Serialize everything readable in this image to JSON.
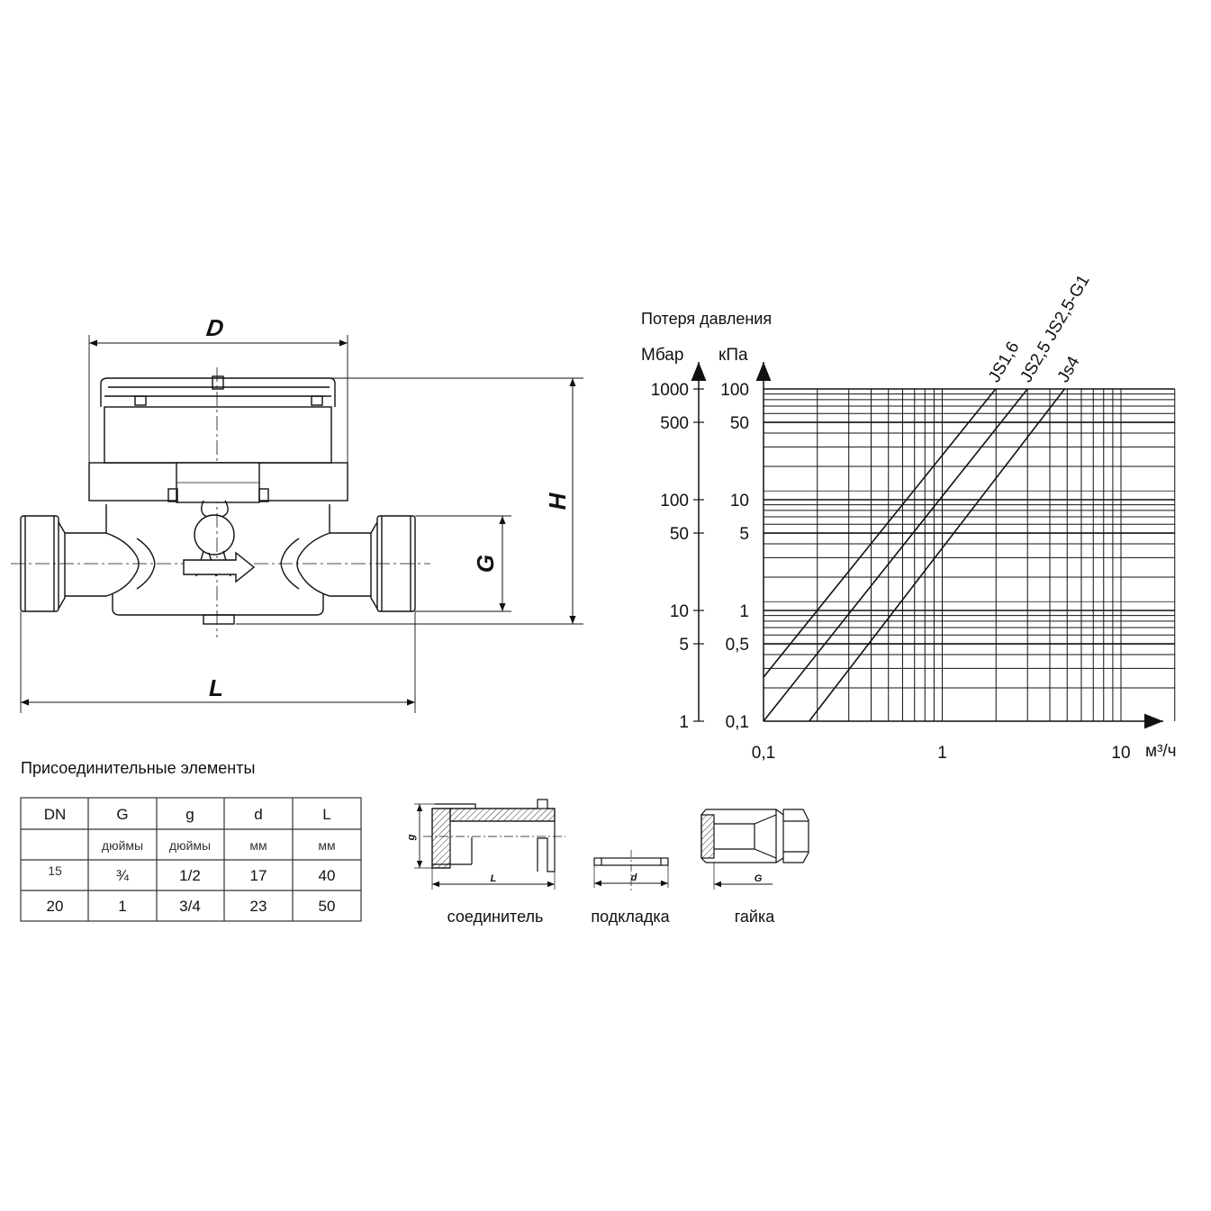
{
  "meter_drawing": {
    "dim_D": "D",
    "dim_H": "H",
    "dim_G": "G",
    "dim_L": "L"
  },
  "chart_data": {
    "type": "line",
    "title": "Потеря давления",
    "xlabel": "м³/ч",
    "ylabel_left": "Мбар",
    "ylabel_right": "кПа",
    "x_scale": "log",
    "y_scale": "log",
    "xlim": [
      0.1,
      20
    ],
    "ylim_mbar": [
      1,
      1000
    ],
    "ylim_kpa": [
      0.1,
      100
    ],
    "x_ticks": [
      "0,1",
      "1",
      "10"
    ],
    "x_tick_values": [
      0.1,
      1,
      10
    ],
    "y_ticks_left": [
      "1",
      "5",
      "10",
      "50",
      "100",
      "500",
      "1000"
    ],
    "y_ticks_right": [
      "0,1",
      "0,5",
      "1",
      "5",
      "10",
      "50",
      "100"
    ],
    "y_tick_values_mbar": [
      1,
      5,
      10,
      50,
      100,
      500,
      1000
    ],
    "grid": true,
    "series": [
      {
        "name": "JS1,6",
        "x": [
          0.1,
          1.99
        ],
        "y": [
          2.5,
          1000
        ]
      },
      {
        "name": "JS2,5 JS2,5-G1",
        "x": [
          0.1,
          3.0
        ],
        "y": [
          1,
          1000
        ]
      },
      {
        "name": "Js4",
        "x": [
          0.18,
          4.84
        ],
        "y": [
          1,
          1000
        ]
      }
    ]
  },
  "elements_table": {
    "title": "Присоединительные элементы",
    "headers": [
      "DN",
      "G",
      "g",
      "d",
      "L"
    ],
    "units": [
      "",
      "дюймы",
      "дюймы",
      "мм",
      "мм"
    ],
    "rows": [
      [
        "15",
        "¾",
        "1/2",
        "17",
        "40"
      ],
      [
        "20",
        "1",
        "3/4",
        "23",
        "50"
      ]
    ]
  },
  "parts": {
    "connector": {
      "caption": "соединитель",
      "dim_g": "g",
      "dim_L": "L"
    },
    "gasket": {
      "caption": "подкладка",
      "dim_d": "d"
    },
    "nut": {
      "caption": "гайка",
      "dim_G": "G"
    }
  }
}
